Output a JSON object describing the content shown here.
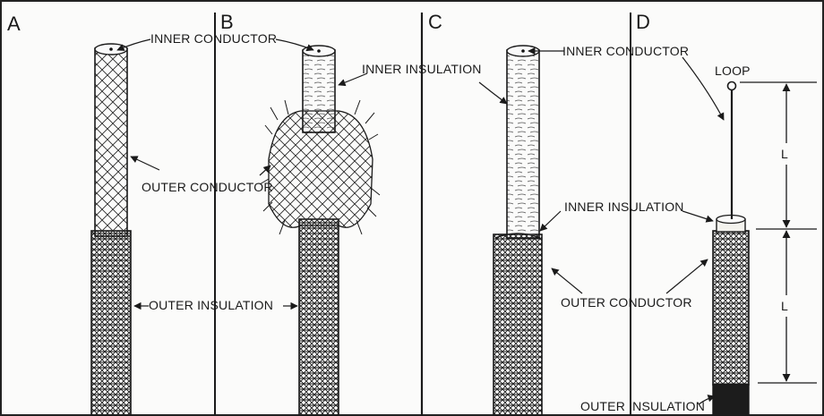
{
  "panels": {
    "a": "A",
    "b": "B",
    "c": "C",
    "d": "D"
  },
  "labels": {
    "inner_conductor_a": "INNER CONDUCTOR",
    "inner_insulation_b": "INNER INSULATION",
    "outer_conductor_a": "OUTER CONDUCTOR",
    "outer_insulation_a": "OUTER  INSULATION",
    "inner_conductor_c": "INNER CONDUCTOR",
    "inner_insulation_c": "INNER INSULATION",
    "outer_conductor_c": "OUTER CONDUCTOR",
    "loop_d": "LOOP",
    "length_upper": "L",
    "length_lower": "L",
    "outer_insulation_d": "OUTER  INSULATION"
  },
  "colors": {
    "ink": "#1a1a1a",
    "paper": "#fbfbfa",
    "insulation_fill": "#f4f3ee"
  }
}
